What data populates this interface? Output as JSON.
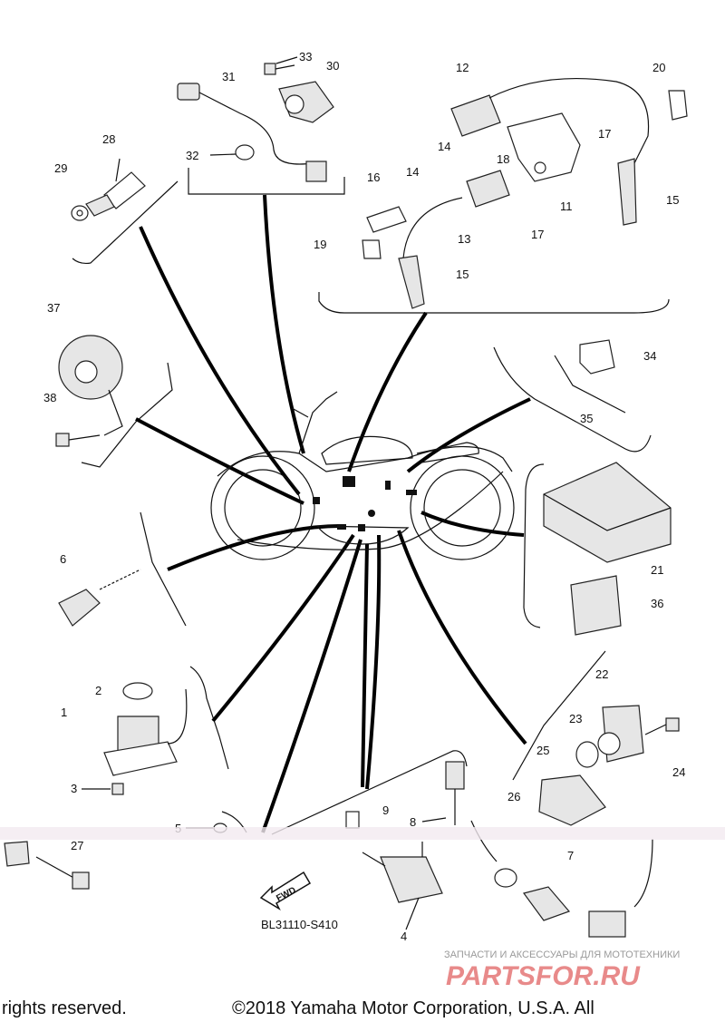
{
  "callouts": {
    "c1": "1",
    "c2": "2",
    "c3": "3",
    "c4": "4",
    "c5": "5",
    "c6": "6",
    "c7": "7",
    "c8": "8",
    "c9": "9",
    "c11": "11",
    "c12": "12",
    "c13": "13",
    "c14a": "14",
    "c14b": "14",
    "c15a": "15",
    "c15b": "15",
    "c16": "16",
    "c17a": "17",
    "c17b": "17",
    "c18": "18",
    "c19": "19",
    "c20": "20",
    "c21": "21",
    "c22": "22",
    "c23": "23",
    "c24": "24",
    "c25": "25",
    "c26": "26",
    "c27": "27",
    "c28": "28",
    "c29": "29",
    "c30": "30",
    "c31": "31",
    "c32": "32",
    "c33": "33",
    "c34": "34",
    "c35": "35",
    "c36": "36",
    "c37": "37",
    "c38": "38"
  },
  "fwd_label": "FWD",
  "diagram_code": "BL31110-S410",
  "copyright_left": "rights reserved.",
  "copyright_right": "©2018 Yamaha Motor Corporation, U.S.A. All",
  "watermark": {
    "subtitle": "ЗАПЧАСТИ И АКСЕССУАРЫ ДЛЯ МОТОТЕХНИКИ",
    "brand": "PARTSFOR.RU"
  },
  "colors": {
    "ink": "#111111",
    "watermark_red": "#e88a8a",
    "watermark_grey": "#9a9a9a"
  }
}
